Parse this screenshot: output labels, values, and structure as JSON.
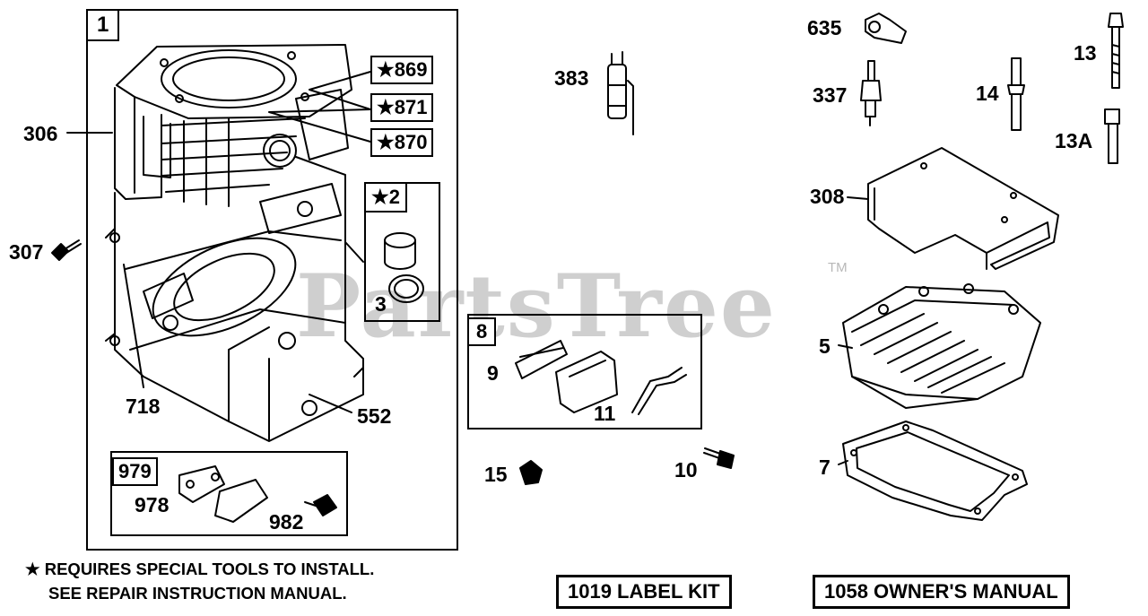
{
  "watermark": {
    "text": "PartsTree",
    "tm": "TM"
  },
  "groups": {
    "cylinder": "1",
    "rings_kit": "★2",
    "breather_kit": "8",
    "gasket_kit": "979"
  },
  "star_boxes": [
    "★869",
    "★871",
    "★870"
  ],
  "labels": {
    "p306": "306",
    "p307": "307",
    "p3": "3",
    "p718": "718",
    "p552": "552",
    "p978": "978",
    "p982": "982",
    "p383": "383",
    "p9": "9",
    "p11": "11",
    "p15": "15",
    "p10": "10",
    "p635": "635",
    "p337": "337",
    "p14": "14",
    "p13": "13",
    "p13a": "13A",
    "p308": "308",
    "p5": "5",
    "p7": "7"
  },
  "footnote": {
    "line1": "★ REQUIRES SPECIAL TOOLS TO INSTALL.",
    "line2": "SEE REPAIR INSTRUCTION MANUAL."
  },
  "kits": {
    "label_kit": "1019 LABEL KIT",
    "owners_manual": "1058 OWNER'S MANUAL"
  }
}
